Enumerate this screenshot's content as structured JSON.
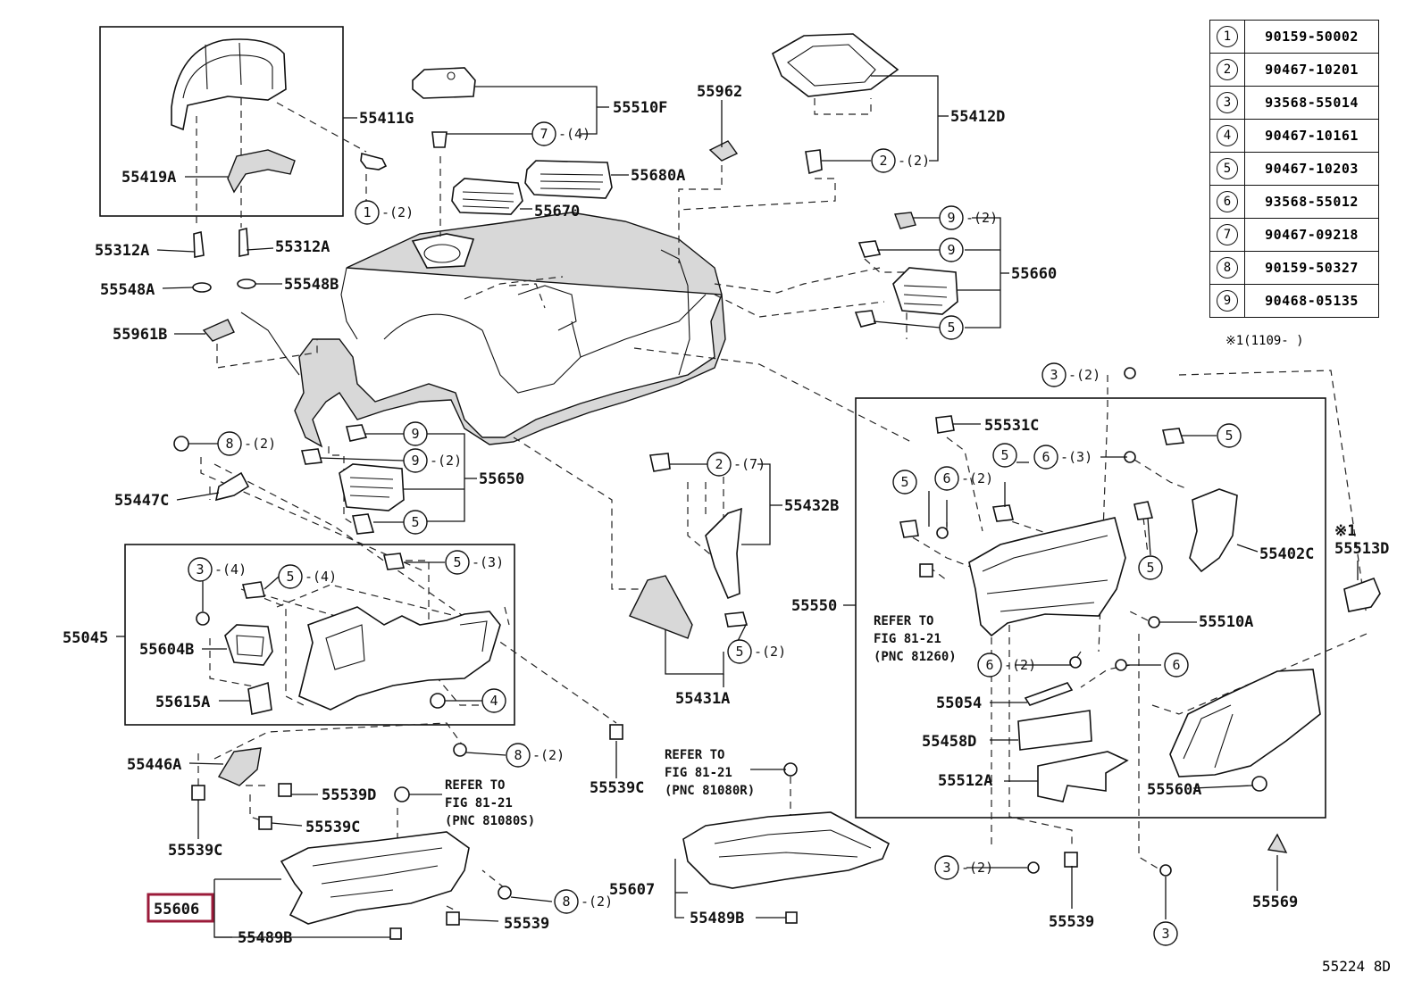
{
  "legend": [
    {
      "num": "1",
      "part": "90159-50002"
    },
    {
      "num": "2",
      "part": "90467-10201"
    },
    {
      "num": "3",
      "part": "93568-55014"
    },
    {
      "num": "4",
      "part": "90467-10161"
    },
    {
      "num": "5",
      "part": "90467-10203"
    },
    {
      "num": "6",
      "part": "93568-55012"
    },
    {
      "num": "7",
      "part": "90467-09218"
    },
    {
      "num": "8",
      "part": "90159-50327"
    },
    {
      "num": "9",
      "part": "90468-05135"
    }
  ],
  "legend_note": "※1(1109-   )",
  "figure_code": "55224 8D",
  "labels": {
    "p55411G": "55411G",
    "p55419A": "55419A",
    "p55312A_l": "55312A",
    "p55312A_r": "55312A",
    "p55548A": "55548A",
    "p55548B": "55548B",
    "p55961B": "55961B",
    "p55510F": "55510F",
    "p55962": "55962",
    "p55680A": "55680A",
    "p55670": "55670",
    "p55412D": "55412D",
    "p55660": "55660",
    "p55650": "55650",
    "p55447C": "55447C",
    "p55432B": "55432B",
    "p55045": "55045",
    "p55604B": "55604B",
    "p55615A": "55615A",
    "p55431A": "55431A",
    "p55446A": "55446A",
    "p55539D": "55539D",
    "p55539C_a": "55539C",
    "p55539C_b": "55539C",
    "p55539C_c": "55539C",
    "p55606": "55606",
    "p55489B_l": "55489B",
    "p55539_l": "55539",
    "p55607": "55607",
    "p55489B_r": "55489B",
    "p55531C": "55531C",
    "p55402C": "55402C",
    "p55550": "55550",
    "p55510A": "55510A",
    "p55054": "55054",
    "p55458D": "55458D",
    "p55512A": "55512A",
    "p55560A": "55560A",
    "p55539_r": "55539",
    "p55569": "55569",
    "p55513D": "55513D",
    "star1": "※1"
  },
  "refers": {
    "r81260": [
      "REFER TO",
      "FIG 81-21",
      "(PNC 81260)"
    ],
    "r81080S": [
      "REFER TO",
      "FIG 81-21",
      "(PNC 81080S)"
    ],
    "r81080R": [
      "REFER TO",
      "FIG 81-21",
      "(PNC 81080R)"
    ]
  },
  "callouts": [
    {
      "id": "c1",
      "num": "1",
      "qty": "-(2)"
    },
    {
      "id": "c7",
      "num": "7",
      "qty": "-(4)"
    },
    {
      "id": "c2a",
      "num": "2",
      "qty": "-(2)"
    },
    {
      "id": "c9a",
      "num": "9",
      "qty": "-(2)"
    },
    {
      "id": "c9b",
      "num": "9",
      "qty": ""
    },
    {
      "id": "c5a",
      "num": "5",
      "qty": ""
    },
    {
      "id": "c3a",
      "num": "3",
      "qty": "-(2)"
    },
    {
      "id": "c8a",
      "num": "8",
      "qty": "-(2)"
    },
    {
      "id": "c9c",
      "num": "9",
      "qty": ""
    },
    {
      "id": "c9d",
      "num": "9",
      "qty": "-(2)"
    },
    {
      "id": "c5b",
      "num": "5",
      "qty": ""
    },
    {
      "id": "c2b",
      "num": "2",
      "qty": "-(7)"
    },
    {
      "id": "c3b",
      "num": "3",
      "qty": "-(4)"
    },
    {
      "id": "c5c",
      "num": "5",
      "qty": "-(4)"
    },
    {
      "id": "c5d",
      "num": "5",
      "qty": "-(3)"
    },
    {
      "id": "c4",
      "num": "4",
      "qty": ""
    },
    {
      "id": "c5e",
      "num": "5",
      "qty": "-(2)"
    },
    {
      "id": "c8b",
      "num": "8",
      "qty": "-(2)"
    },
    {
      "id": "c8c",
      "num": "8",
      "qty": "-(2)"
    },
    {
      "id": "c5f",
      "num": "5",
      "qty": ""
    },
    {
      "id": "c6a",
      "num": "6",
      "qty": "-(2)"
    },
    {
      "id": "c6b",
      "num": "6",
      "qty": "-(3)"
    },
    {
      "id": "c5g",
      "num": "5",
      "qty": ""
    },
    {
      "id": "c5h",
      "num": "5",
      "qty": ""
    },
    {
      "id": "c5i",
      "num": "5",
      "qty": ""
    },
    {
      "id": "c6c",
      "num": "6",
      "qty": "-(2)"
    },
    {
      "id": "c6d",
      "num": "6",
      "qty": ""
    },
    {
      "id": "c3c",
      "num": "3",
      "qty": "-(2)"
    },
    {
      "id": "c3d",
      "num": "3",
      "qty": ""
    }
  ],
  "highlighted_part": "55606",
  "colors": {
    "line": "#111111",
    "highlight": "#9b1b3a",
    "part_fill": "#d8d8d8"
  }
}
